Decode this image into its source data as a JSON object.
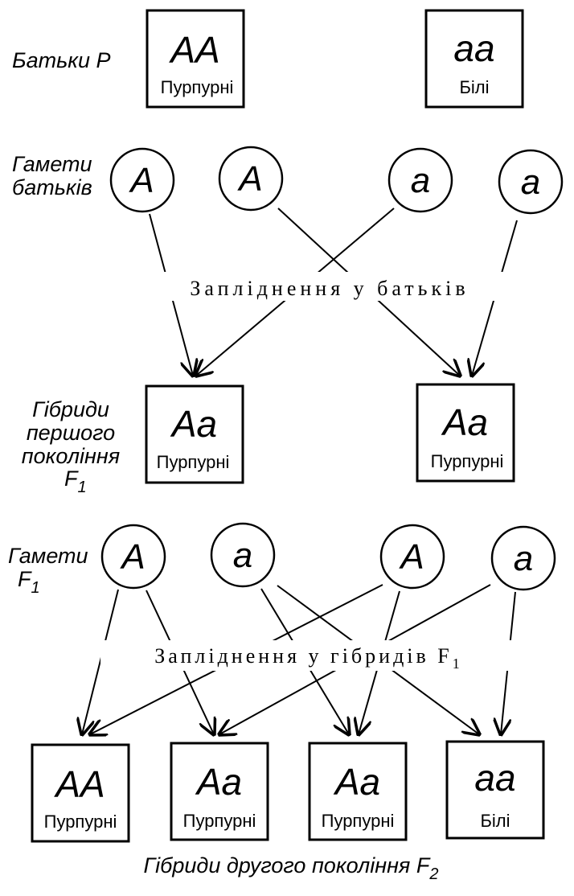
{
  "parents": {
    "label": "Батьки  P",
    "box1": {
      "genotype": "AA",
      "phenotype": "Пурпурні"
    },
    "box2": {
      "genotype": "aa",
      "phenotype": "Білі"
    }
  },
  "parent_gametes": {
    "label_line1": "Гамети",
    "label_line2": "батьків",
    "g1": "A",
    "g2": "A",
    "g3": "a",
    "g4": "a"
  },
  "fertilization_parents": "Запліднення  у  батьків",
  "f1": {
    "label_line1": "Гібриди",
    "label_line2": "першого",
    "label_line3": "покоління",
    "label_line4_main": "F",
    "label_line4_sub": "1",
    "box1": {
      "genotype": "Aa",
      "phenotype": "Пурпурні"
    },
    "box2": {
      "genotype": "Aa",
      "phenotype": "Пурпурні"
    }
  },
  "f1_gametes": {
    "label_line1": "Гамети",
    "label_line2_main": "F",
    "label_line2_sub": "1",
    "g1": "A",
    "g2": "a",
    "g3": "A",
    "g4": "a"
  },
  "fertilization_f1": {
    "main": "Запліднення  у  гібридів  F",
    "sub": "1"
  },
  "f2": {
    "box1": {
      "genotype": "AA",
      "phenotype": "Пурпурні"
    },
    "box2": {
      "genotype": "Aa",
      "phenotype": "Пурпурні"
    },
    "box3": {
      "genotype": "Aa",
      "phenotype": "Пурпурні"
    },
    "box4": {
      "genotype": "aa",
      "phenotype": "Білі"
    },
    "caption_main": "Гібриди другого покоління F",
    "caption_sub": "2"
  }
}
